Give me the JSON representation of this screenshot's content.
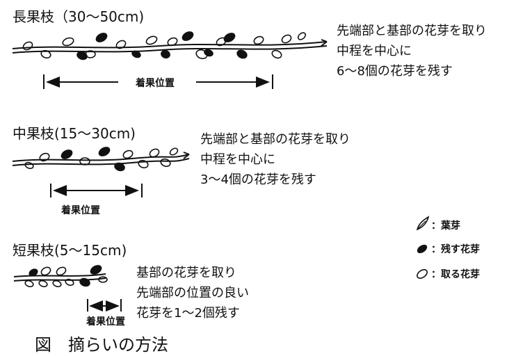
{
  "long_branch": {
    "title": "長果枝（30～50cm)",
    "lines": [
      "先端部と基部の花芽を取り",
      "中程を中心に",
      "6～8個の花芽を残す"
    ],
    "position_label": "着果位置"
  },
  "medium_branch": {
    "title": "中果枝(15～30cm)",
    "lines": [
      "先端部と基部の花芽を取り",
      "中程を中心に",
      "3～4個の花芽を残す"
    ],
    "position_label": "着果位置"
  },
  "short_branch": {
    "title": "短果枝(5～15cm)",
    "lines": [
      "基部の花芽を取り",
      "先端部の位置の良い",
      "花芽を1～2個残す"
    ],
    "position_label": "着果位置"
  },
  "legend": [
    {
      "icon": "leaf-bud-icon",
      "label": "：葉芽"
    },
    {
      "icon": "kept-flower-bud-icon",
      "label": "：残す花芽"
    },
    {
      "icon": "removed-flower-bud-icon",
      "label": "：取る花芽"
    }
  ],
  "caption": "図　摘らいの方法",
  "colors": {
    "ink": "#111111",
    "background": "#ffffff"
  }
}
